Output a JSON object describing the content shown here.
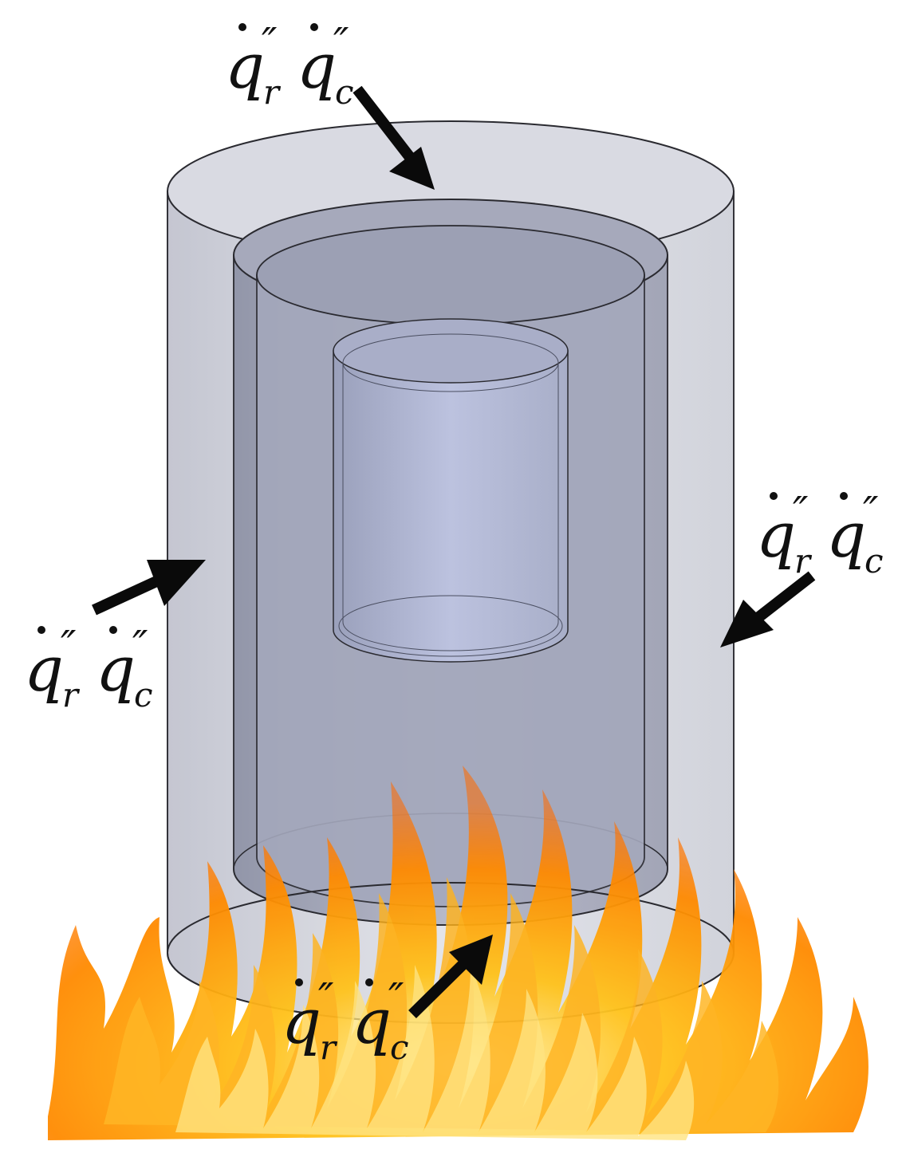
{
  "labels": {
    "top": {
      "q": "q",
      "sub_r": "r",
      "sub_c": "c",
      "prime": "″"
    },
    "right": {
      "q": "q",
      "sub_r": "r",
      "sub_c": "c",
      "prime": "″"
    },
    "left": {
      "q": "q",
      "sub_r": "r",
      "sub_c": "c",
      "prime": "″"
    },
    "bottom": {
      "q": "q",
      "sub_r": "r",
      "sub_c": "c",
      "prime": "″"
    }
  },
  "colors": {
    "outer_shell": "#d4d6de",
    "middle_shell": "#a9acbb",
    "inner_shell": "#9ea2b6",
    "core": "#b7bdd8",
    "edge": "#2a2a30",
    "arrow": "#0a0a0a",
    "flame_outer": "#ff8a00",
    "flame_mid": "#ffb000",
    "flame_inner": "#ffe27a"
  }
}
